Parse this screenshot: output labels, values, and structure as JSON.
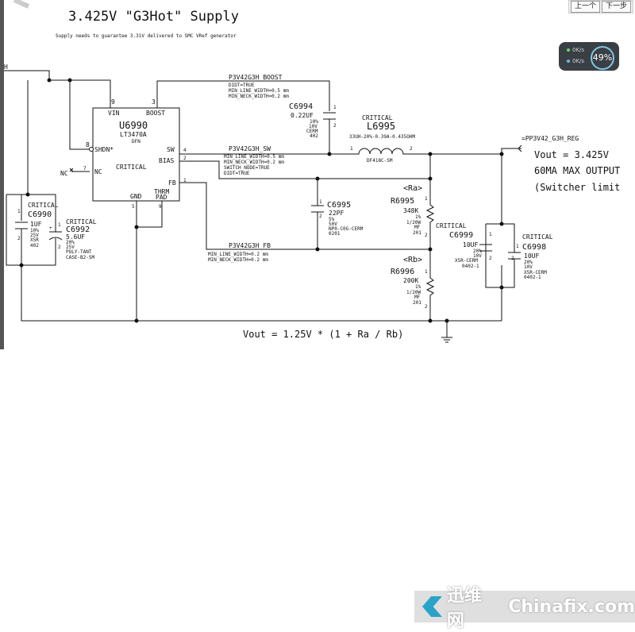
{
  "title": "3.425V \"G3Hot\" Supply",
  "subtitle": "Supply needs to guarantee 3.31V delivered to SMC VRef generator",
  "pager": {
    "prev": "上一个",
    "next": "下一步"
  },
  "speed": {
    "up": "0K/s",
    "down": "0K/s",
    "percent": "49%"
  },
  "watermark": {
    "cn": "迅维网",
    "en": "Chinafix.com"
  },
  "left_net": "H",
  "ic": {
    "ref": "U6990",
    "part": "LT3470A",
    "pkg": "DFN",
    "crit": "CRITICAL",
    "pins": {
      "vin": "VIN",
      "boost": "BOOST",
      "shdn": "SHDN*",
      "nc": "NC",
      "sw": "SW",
      "bias": "BIAS",
      "fb": "FB",
      "gnd": "GND",
      "thrm": "THRM",
      "pad": "PAD"
    },
    "pin_nums": {
      "vin": "9",
      "boost": "3",
      "shdn": "8",
      "nc": "7",
      "sw": "4",
      "bias": "2",
      "fb": "1",
      "gnd": "5",
      "pad": "9"
    },
    "nc_label": "NC"
  },
  "nets": {
    "boost": "P3V42G3H_BOOST",
    "boost_props": [
      "DIDT=TRUE",
      "MIN_LINE_WIDTH=0.5 mm",
      "MIN_NECK_WIDTH=0.2 mm"
    ],
    "sw": "P3V42G3H_SW",
    "sw_props": [
      "MIN_LINE_WIDTH=0.5 mm",
      "MIN_NECK_WIDTH=0.2 mm",
      "SWITCH_NODE=TRUE",
      "DIDT=TRUE"
    ],
    "fb": "P3V42G3H_FB",
    "fb_props": [
      "MIN_LINE_WIDTH=0.2 mm",
      "MIN_NECK_WIDTH=0.2 mm"
    ],
    "reg": "=PP3V42_G3H_REG"
  },
  "c6994": {
    "ref": "C6994",
    "val": "0.22UF",
    "d1": "10%",
    "d2": "10V",
    "d3": "CERM",
    "d4": "402",
    "p1": "1",
    "p2": "2"
  },
  "l6995": {
    "crit": "CRITICAL",
    "ref": "L6995",
    "val": "33UH-20%-0.39A-0.435OHM",
    "pkg": "DF418C-SM",
    "p1": "1",
    "p2": "2"
  },
  "c6990": {
    "crit": "CRITICAL",
    "ref": "C6990",
    "val": "1UF",
    "d1": "10%",
    "d2": "25V",
    "d3": "X5R",
    "d4": "402",
    "p1": "1",
    "p2": "2"
  },
  "c6992": {
    "crit": "CRITICAL",
    "ref": "C6992",
    "val": "5.6UF",
    "d1": "20%",
    "d2": "25V",
    "d3": "POLY-TANT",
    "d4": "CASE-B2-SM",
    "p1": "1",
    "p2": "2",
    "plus": "+"
  },
  "c6995": {
    "ref": "C6995",
    "val": "22PF",
    "d1": "5%",
    "d2": "50V",
    "d3": "NP0-C0G-CERM",
    "d4": "0201",
    "p1": "1",
    "p2": "2"
  },
  "r6995": {
    "tag": "<Ra>",
    "ref": "R6995",
    "val": "348K",
    "d1": "1%",
    "d2": "1/20W",
    "d3": "MF",
    "d4": "201",
    "p1": "1",
    "p2": "2"
  },
  "r6996": {
    "tag": "<Rb>",
    "ref": "R6996",
    "val": "200K",
    "d1": "1%",
    "d2": "1/20W",
    "d3": "MF",
    "d4": "201",
    "p1": "1",
    "p2": "2"
  },
  "c6999": {
    "crit": "CRITICAL",
    "ref": "C6999",
    "val": "10UF",
    "d1": "20%",
    "d2": "10V",
    "d3": "X5R-CERM",
    "d4": "0402-1",
    "p1": "1",
    "p2": "2"
  },
  "c6998": {
    "crit": "CRITICAL",
    "ref": "C6998",
    "val": "10UF",
    "d1": "20%",
    "d2": "10V",
    "d3": "X5R-CERM",
    "d4": "0402-1",
    "p1": "1",
    "p2": "2"
  },
  "notes": {
    "vout": "Vout = 3.425V",
    "max": "60MA MAX OUTPUT",
    "switcher": "(Switcher limit",
    "formula": "Vout = 1.25V * (1 + Ra / Rb)"
  }
}
